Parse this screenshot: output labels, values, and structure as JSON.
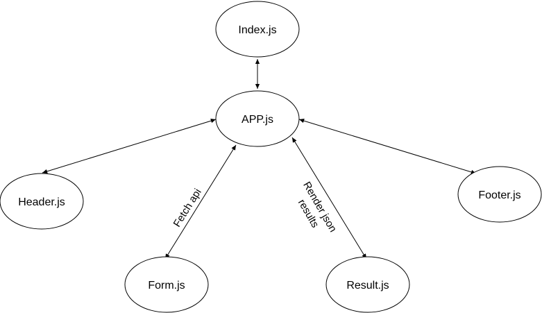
{
  "nodes": {
    "index": "Index.js",
    "app": "APP.js",
    "header": "Header.js",
    "footer": "Footer.js",
    "form": "Form.js",
    "result": "Result.js"
  },
  "edge_labels": {
    "fetch": "Fetch api",
    "render_line1": "Render json",
    "render_line2": "results"
  },
  "colors": {
    "stroke": "#000000",
    "fill": "#ffffff"
  }
}
